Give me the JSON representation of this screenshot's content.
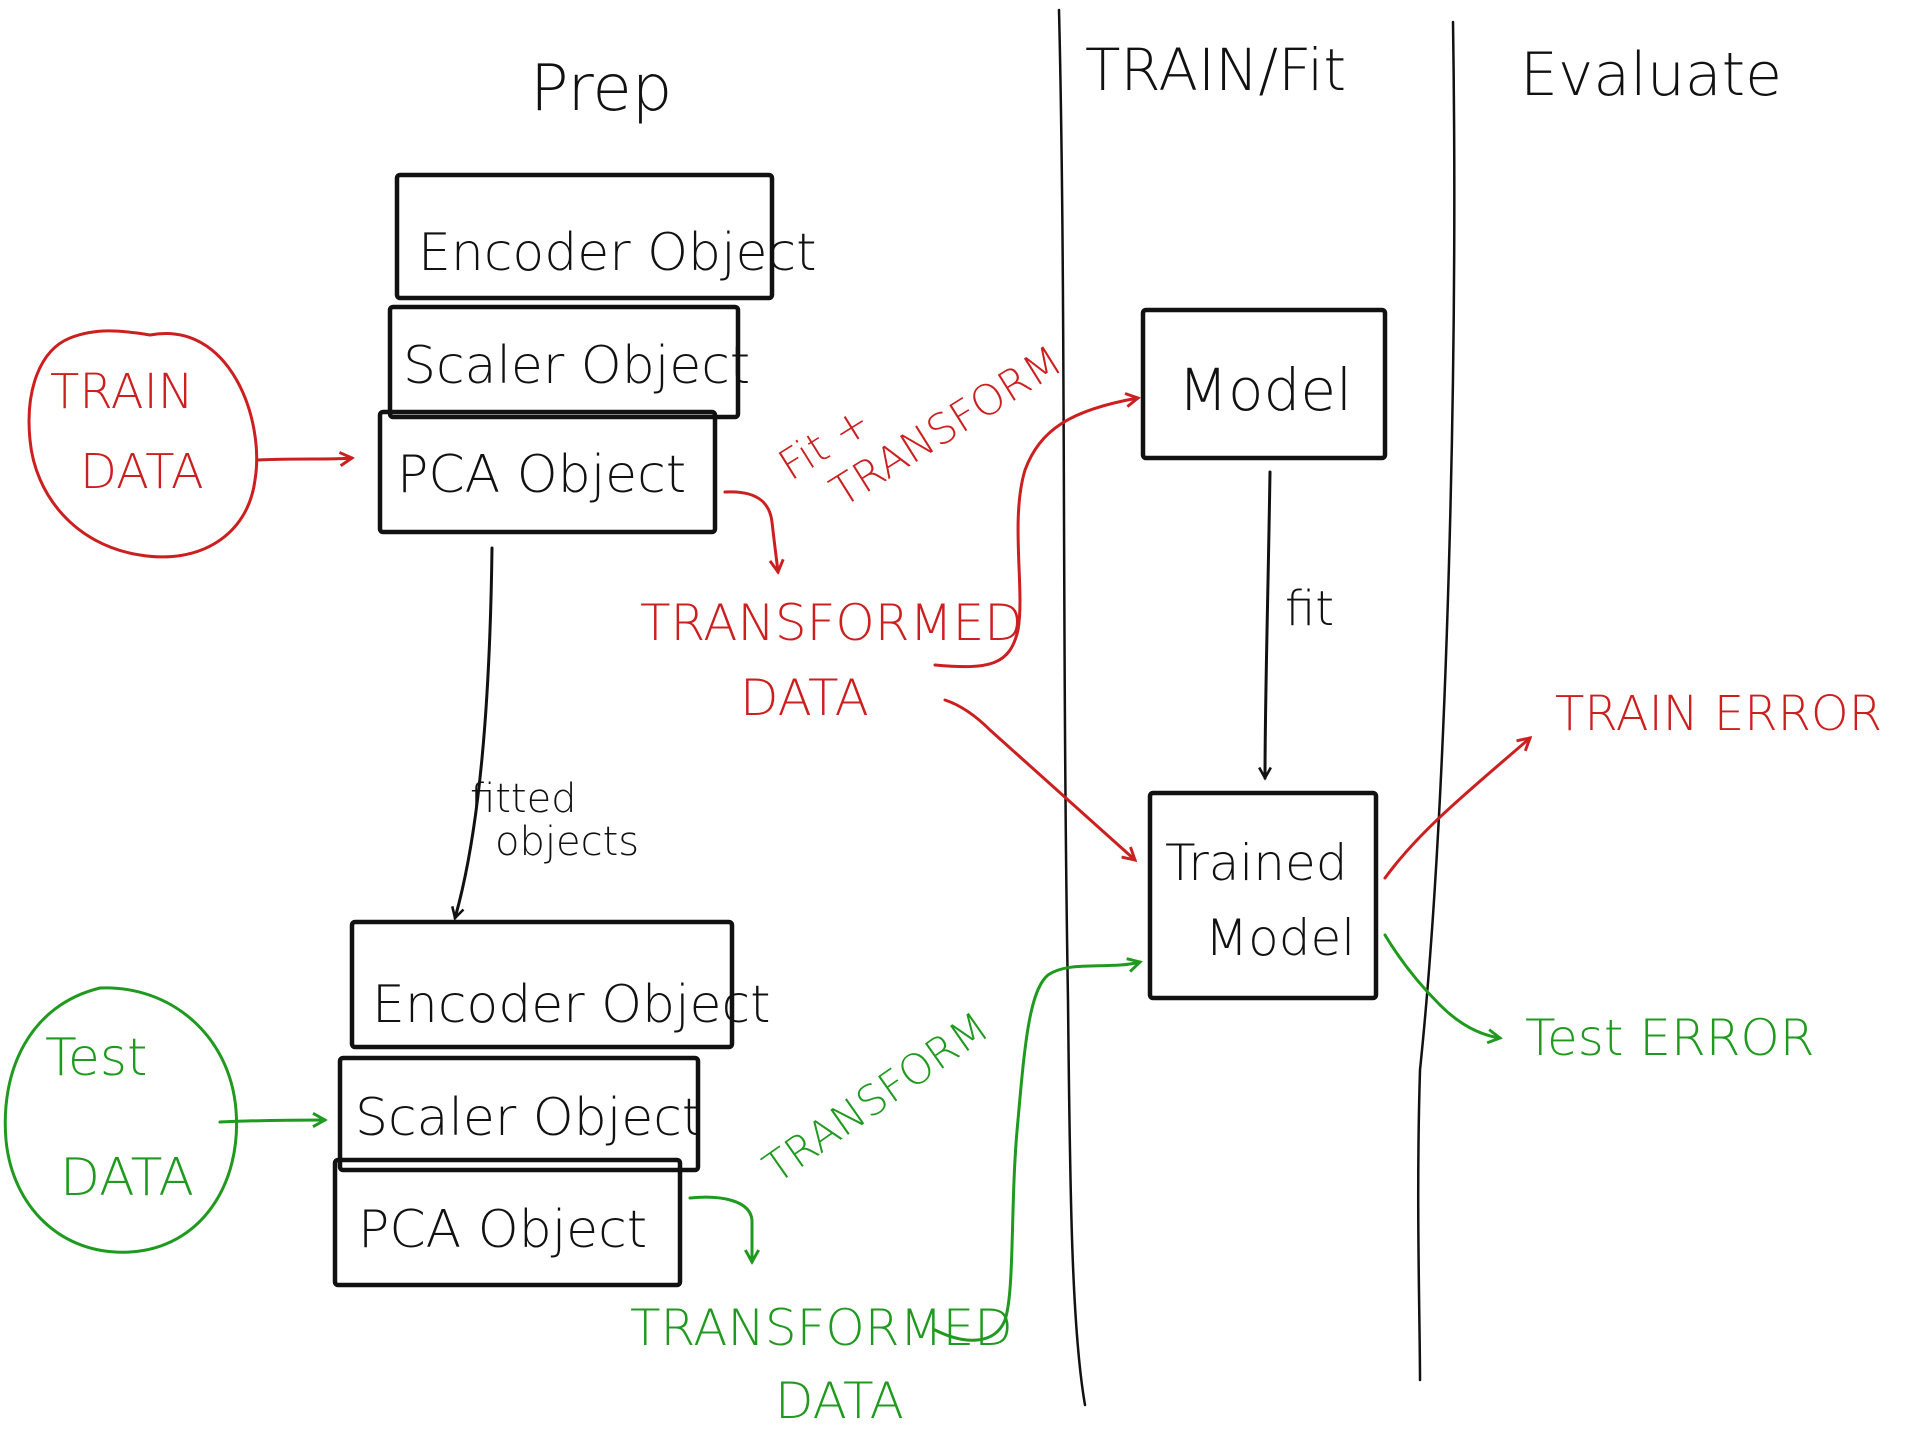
{
  "columns": {
    "prep": "Prep",
    "train_fit": "TRAIN/Fit",
    "evaluate": "Evaluate"
  },
  "train_input": {
    "line1": "TRAIN",
    "line2": "DATA"
  },
  "test_input": {
    "line1": "Test",
    "line2": "DATA"
  },
  "train_pipeline": {
    "encoder": "Encoder Object",
    "scaler": "Scaler Object",
    "pca": "PCA Object"
  },
  "test_pipeline": {
    "encoder": "Encoder Object",
    "scaler": "Scaler Object",
    "pca": "PCA Object"
  },
  "labels": {
    "fit_transform_line1": "Fit +",
    "fit_transform_line2": "TRANSFORM",
    "transform": "TRANSFORM",
    "fitted_line1": "fitted",
    "fitted_line2": "objects",
    "fit": "fit"
  },
  "outputs": {
    "train_transformed_line1": "TRANSFORMED",
    "train_transformed_line2": "DATA",
    "test_transformed_line1": "TRANSFORMED",
    "test_transformed_line2": "DATA"
  },
  "model": {
    "label": "Model"
  },
  "trained_model": {
    "line1": "Trained",
    "line2": "Model"
  },
  "errors": {
    "train": "TRAIN ERROR",
    "test": "Test ERROR"
  },
  "colors": {
    "ink": "#111111",
    "train": "#cc1f1f",
    "test": "#1f9a1f"
  }
}
